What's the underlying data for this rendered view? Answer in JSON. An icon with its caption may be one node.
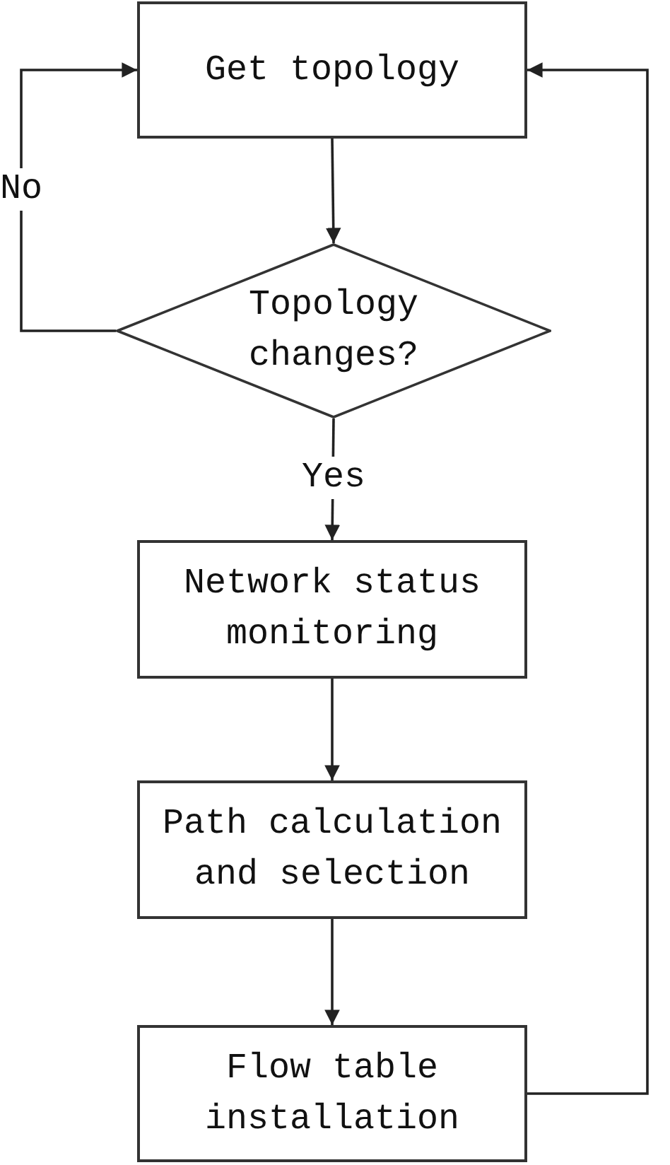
{
  "diagram": {
    "nodes": [
      {
        "text": [
          "Get topology"
        ]
      },
      {
        "text": [
          "Topology changes?"
        ]
      },
      {
        "text": [
          "Network status monitoring"
        ]
      },
      {
        "text": [
          "Path calculation and selection"
        ]
      },
      {
        "text": [
          "Flow table installation"
        ]
      }
    ],
    "edges": [
      {
        "from": 0,
        "to": 1,
        "arrow": "to"
      },
      {
        "from": 1,
        "to": 0,
        "arrow": "to",
        "label": "No"
      },
      {
        "from": 1,
        "to": 2,
        "arrow": "to",
        "label": "Yes"
      },
      {
        "from": 2,
        "to": 3,
        "arrow": "to"
      },
      {
        "from": 3,
        "to": 4,
        "arrow": "to"
      },
      {
        "from": 4,
        "to": 0,
        "arrow": "to"
      }
    ]
  }
}
